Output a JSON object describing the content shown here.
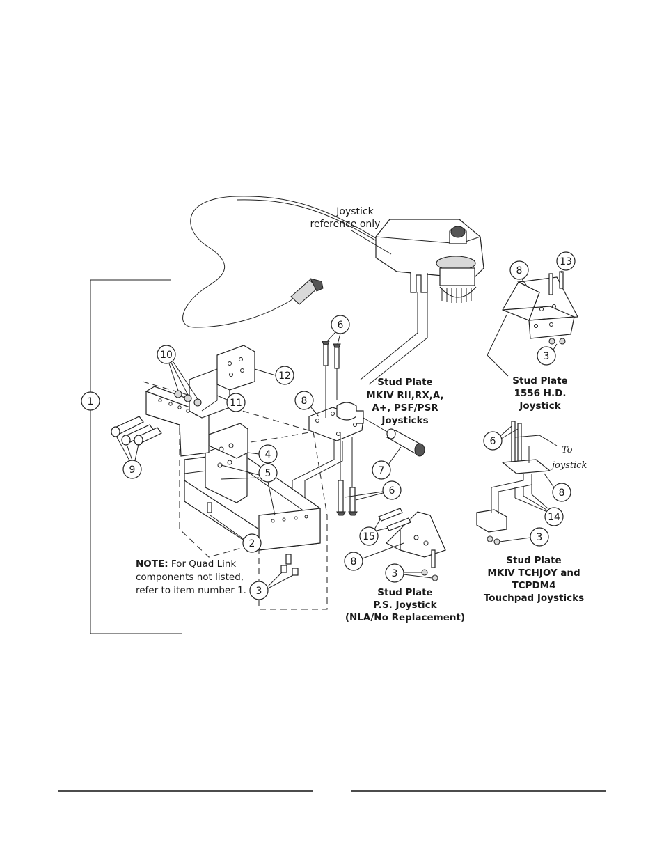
{
  "labels": {
    "joystick_ref_1": "Joystick",
    "joystick_ref_2": "reference only",
    "to_joystick_1": "To",
    "to_joystick_2": "joystick"
  },
  "callouts": {
    "c1": "1",
    "c2": "2",
    "c3a": "3",
    "c3b": "3",
    "c3c": "3",
    "c3d": "3",
    "c4": "4",
    "c5": "5",
    "c6a": "6",
    "c6b": "6",
    "c6c": "6",
    "c7": "7",
    "c8a": "8",
    "c8b": "8",
    "c8c": "8",
    "c8d": "8",
    "c9": "9",
    "c10": "10",
    "c11": "11",
    "c12": "12",
    "c13": "13",
    "c14": "14",
    "c15": "15"
  },
  "captions": {
    "rii": [
      "Stud Plate",
      "MKIV RII,RX,A,",
      "A+, PSF/PSR",
      "Joysticks"
    ],
    "hd": [
      "Stud Plate",
      "1556 H.D.",
      "Joystick"
    ],
    "ps": [
      "Stud Plate",
      "P.S. Joystick",
      "(NLA/No Replacement)"
    ],
    "touch": [
      "Stud Plate",
      "MKIV TCHJOY and",
      "TCPDM4",
      "Touchpad Joysticks"
    ]
  },
  "note": {
    "bold": "NOTE:",
    "line1": " For Quad Link",
    "line2": "components not listed,",
    "line3": "refer to item number 1."
  }
}
